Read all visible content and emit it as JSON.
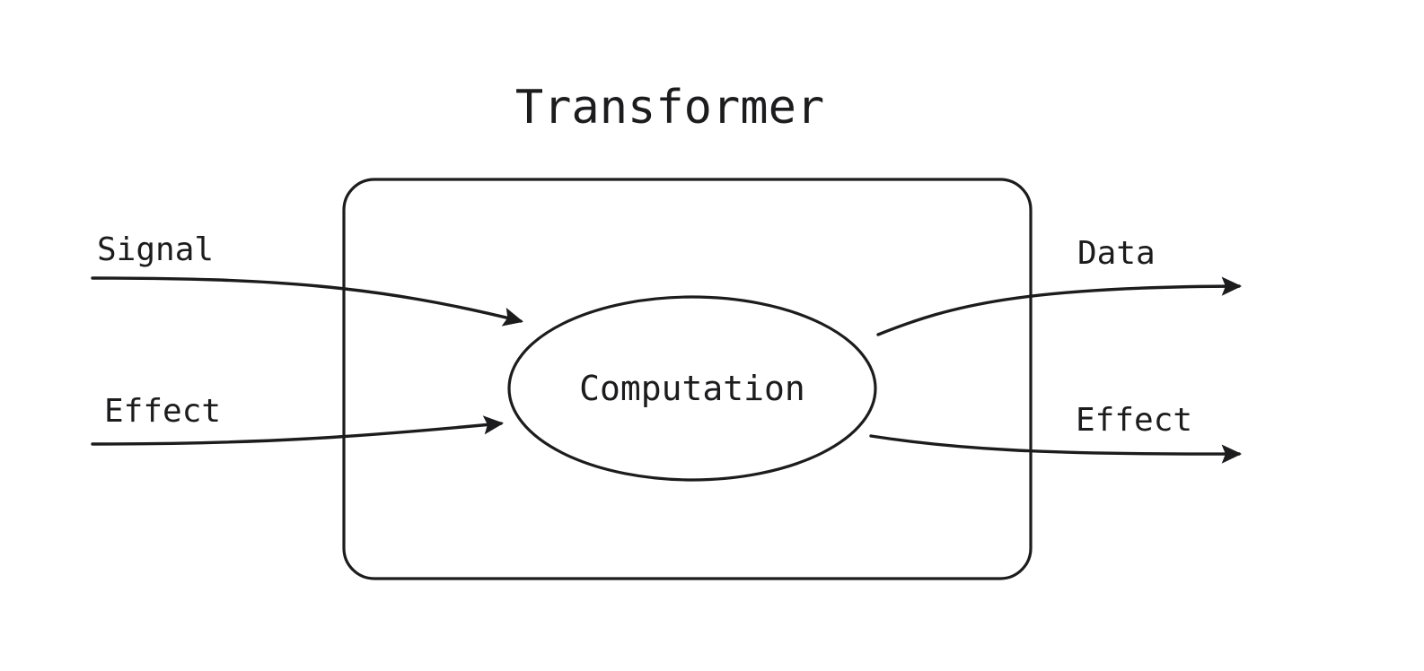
{
  "diagram": {
    "title": "Transformer",
    "background_color": "#ffffff",
    "stroke_color": "#1c1c1e",
    "container": {
      "label": "Transformer",
      "shape": "rounded-rectangle"
    },
    "node": {
      "label": "Computation",
      "shape": "ellipse"
    },
    "inputs": [
      {
        "label": "Signal",
        "target": "Computation"
      },
      {
        "label": "Effect",
        "target": "Computation"
      }
    ],
    "outputs": [
      {
        "label": "Data",
        "source": "Computation"
      },
      {
        "label": "Effect",
        "source": "Computation"
      }
    ]
  }
}
